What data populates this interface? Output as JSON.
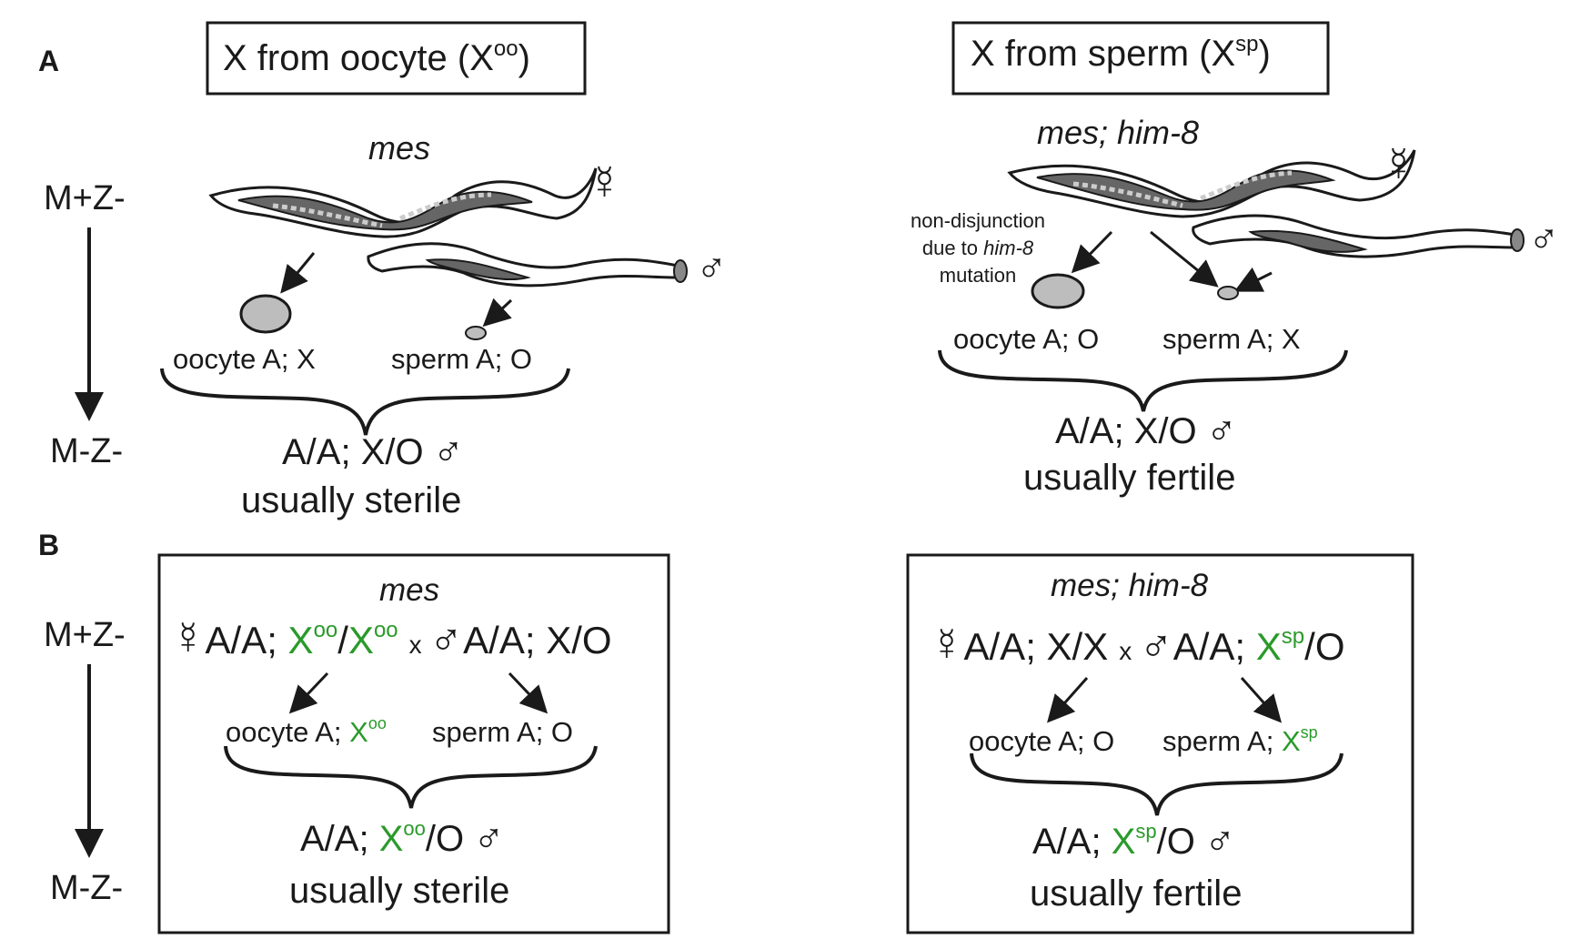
{
  "panel_a": {
    "letter": "A",
    "left": {
      "title": "X from oocyte (X",
      "title_sup": "oo",
      "title_end": ")",
      "genotype_label": "mes",
      "hermaphrodite_symbol": "☿",
      "male_symbol": "♂",
      "oocyte_label": "oocyte A; X",
      "sperm_label": "sperm A; O",
      "result": "A/A; X/O",
      "result_symbol": "♂",
      "outcome": "usually sterile"
    },
    "right": {
      "title": "X from sperm (X",
      "title_sup": "sp",
      "title_end": ")",
      "genotype_label": "mes; him-8",
      "hermaphrodite_symbol": "☿",
      "male_symbol": "♂",
      "nondisjunction_line1": "non-disjunction",
      "nondisjunction_line2a": "due to ",
      "nondisjunction_line2b": "him-8",
      "nondisjunction_line3": "mutation",
      "oocyte_label": "oocyte A; O",
      "sperm_label": "sperm A; X",
      "result": "A/A; X/O",
      "result_symbol": "♂",
      "outcome": "usually fertile"
    },
    "gen_top": "M+Z-",
    "gen_bottom": "M-Z-"
  },
  "panel_b": {
    "letter": "B",
    "gen_top": "M+Z-",
    "gen_bottom": "M-Z-",
    "left": {
      "genotype_label": "mes",
      "herm_symbol": "☿",
      "herm_cross_a": "A/A; ",
      "herm_cross_x1": "X",
      "herm_cross_sup1": "oo",
      "herm_cross_slash": "/",
      "herm_cross_x2": "X",
      "herm_cross_sup2": "oo",
      "cross_sign": "x",
      "male_symbol": "♂",
      "male_cross": "A/A; X/O",
      "oocyte_label": "oocyte A; ",
      "oocyte_x": "X",
      "oocyte_sup": "oo",
      "sperm_label": "sperm A; O",
      "result_a": "A/A; ",
      "result_x": "X",
      "result_sup": "oo",
      "result_end": "/O",
      "result_symbol": "♂",
      "outcome": "usually sterile"
    },
    "right": {
      "genotype_label": "mes; him-8",
      "herm_symbol": "☿",
      "herm_cross": "A/A; X/X",
      "cross_sign": "x",
      "male_symbol": "♂",
      "male_cross_a": "A/A; ",
      "male_cross_x": "X",
      "male_cross_sup": "sp",
      "male_cross_end": "/O",
      "oocyte_label": "oocyte A; O",
      "sperm_label": "sperm A; ",
      "sperm_x": "X",
      "sperm_sup": "sp",
      "result_a": "A/A; ",
      "result_x": "X",
      "result_sup": "sp",
      "result_end": "/O",
      "result_symbol": "♂",
      "outcome": "usually fertile"
    }
  },
  "colors": {
    "paternal_x_green": "#2a9a2a",
    "worm_gray": "#555555",
    "gamete_gray": "#bdbdbd"
  }
}
